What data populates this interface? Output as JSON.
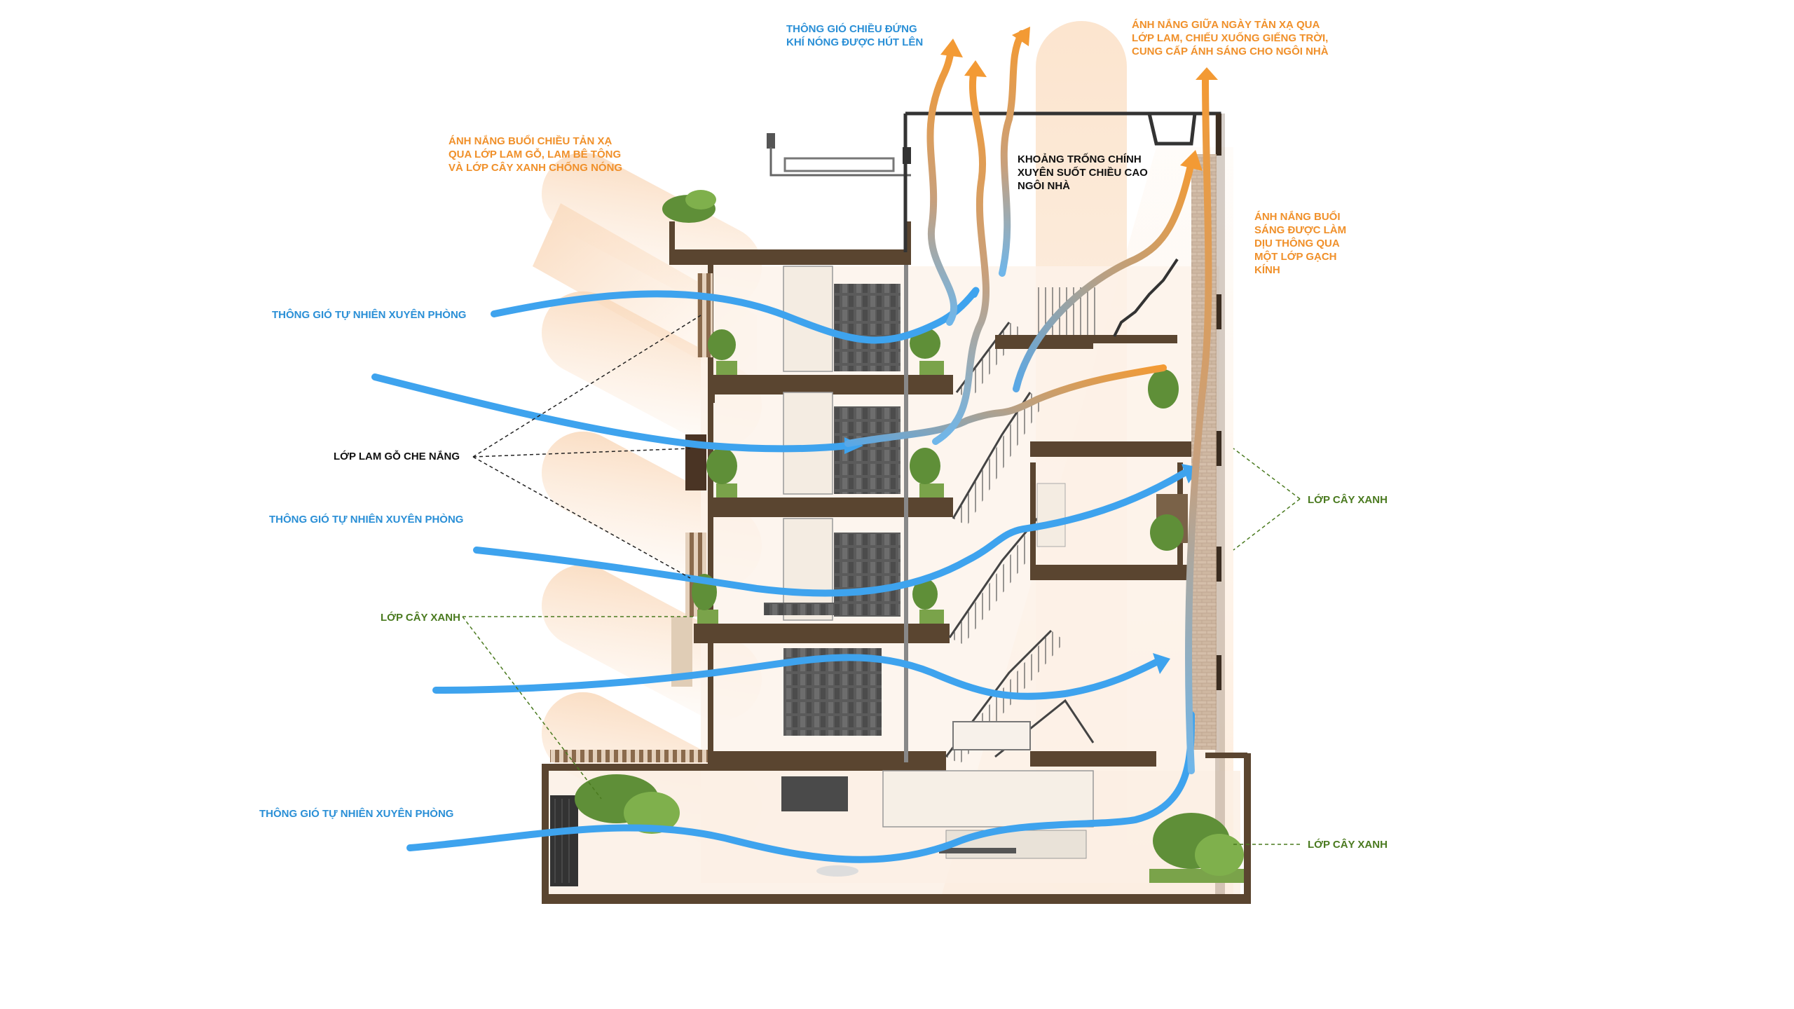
{
  "colors": {
    "ventilation_blue": "#3ea3ee",
    "sunlight_orange": "#f0902a",
    "greenery_green": "#4a7a1f",
    "structure_brown": "#5a4530",
    "sun_beam": "#fbe3cc"
  },
  "labels": {
    "vertical_ventilation": [
      "THÔNG GIÓ CHIỀU ĐỨNG",
      "KHÍ NÓNG ĐƯỢC HÚT LÊN"
    ],
    "midday_sun": [
      "ÁNH NẮNG GIỮA NGÀY TẢN XẠ QUA",
      "LỚP LAM, CHIẾU XUỐNG GIẾNG TRỜI,",
      "CUNG CẤP ÁNH SÁNG CHO NGÔI NHÀ"
    ],
    "afternoon_sun": [
      "ÁNH NẮNG BUỔI CHIỀU TẢN XẠ",
      "QUA LỚP LAM GỖ, LAM BÊ TÔNG",
      "VÀ LỚP CÂY XANH CHỐNG NÓNG"
    ],
    "main_void": [
      "KHOẢNG TRỐNG CHÍNH",
      "XUYÊN SUỐT CHIỀU CAO",
      "NGÔI NHÀ"
    ],
    "morning_sun": [
      "ÁNH NẮNG BUỔI",
      "SÁNG ĐƯỢC LÀM",
      "DỊU THÔNG QUA",
      "MỘT LỚP GẠCH",
      "KÍNH"
    ],
    "cross_ventilation_1": "THÔNG GIÓ TỰ NHIÊN XUYÊN PHÒNG",
    "wood_louver": "LỚP LAM GỖ CHE NẮNG",
    "cross_ventilation_2": "THÔNG GIÓ TỰ NHIÊN XUYÊN PHÒNG",
    "greenery_left": "LỚP CÂY XANH",
    "greenery_right_upper": "LỚP CÂY XANH",
    "cross_ventilation_3": "THÔNG GIÓ TỰ NHIÊN XUYÊN PHÒNG",
    "greenery_right_lower": "LỚP CÂY XANH"
  }
}
